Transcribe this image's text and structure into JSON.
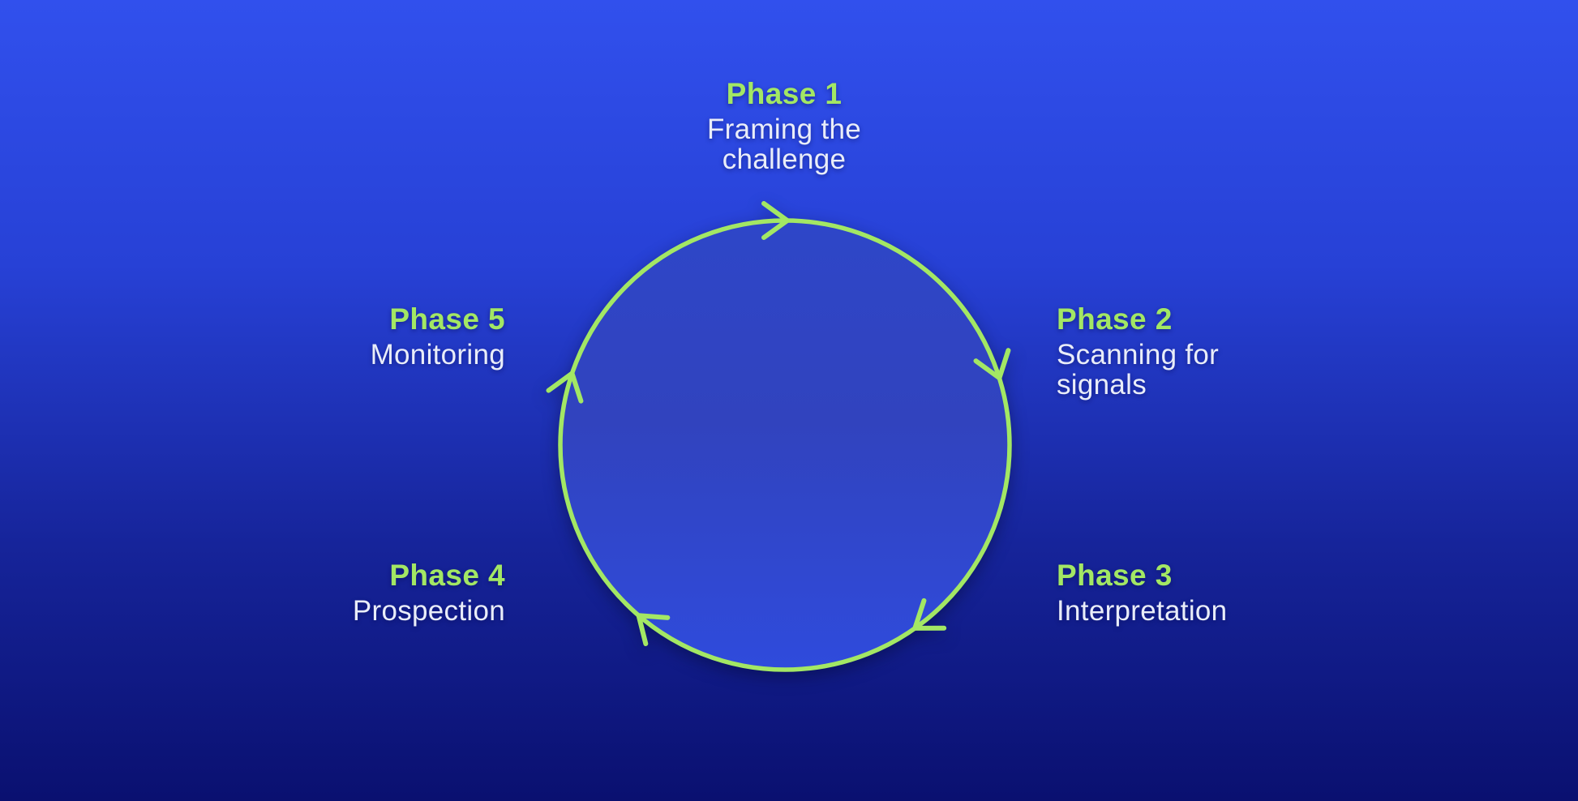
{
  "diagram": {
    "type": "cycle",
    "direction": "clockwise",
    "phases": [
      {
        "label": "Phase 1",
        "description": "Framing the challenge",
        "description_lines": [
          "Framing the",
          "challenge"
        ],
        "position": "top"
      },
      {
        "label": "Phase 2",
        "description": "Scanning for signals",
        "description_lines": [
          "Scanning for",
          "signals"
        ],
        "position": "upper-right"
      },
      {
        "label": "Phase 3",
        "description": "Interpretation",
        "description_lines": [
          "Interpretation"
        ],
        "position": "lower-right"
      },
      {
        "label": "Phase 4",
        "description": "Prospection",
        "description_lines": [
          "Prospection"
        ],
        "position": "lower-left"
      },
      {
        "label": "Phase 5",
        "description": "Monitoring",
        "description_lines": [
          "Monitoring"
        ],
        "position": "upper-left"
      }
    ],
    "colors": {
      "accent_green": "#A3E764",
      "text_light": "#E9EDF9",
      "background_top": "#3150ED",
      "background_bottom": "#0A1070",
      "circle_fill_top": "#2E46C8",
      "circle_fill_bottom": "#2F4BDC"
    }
  }
}
